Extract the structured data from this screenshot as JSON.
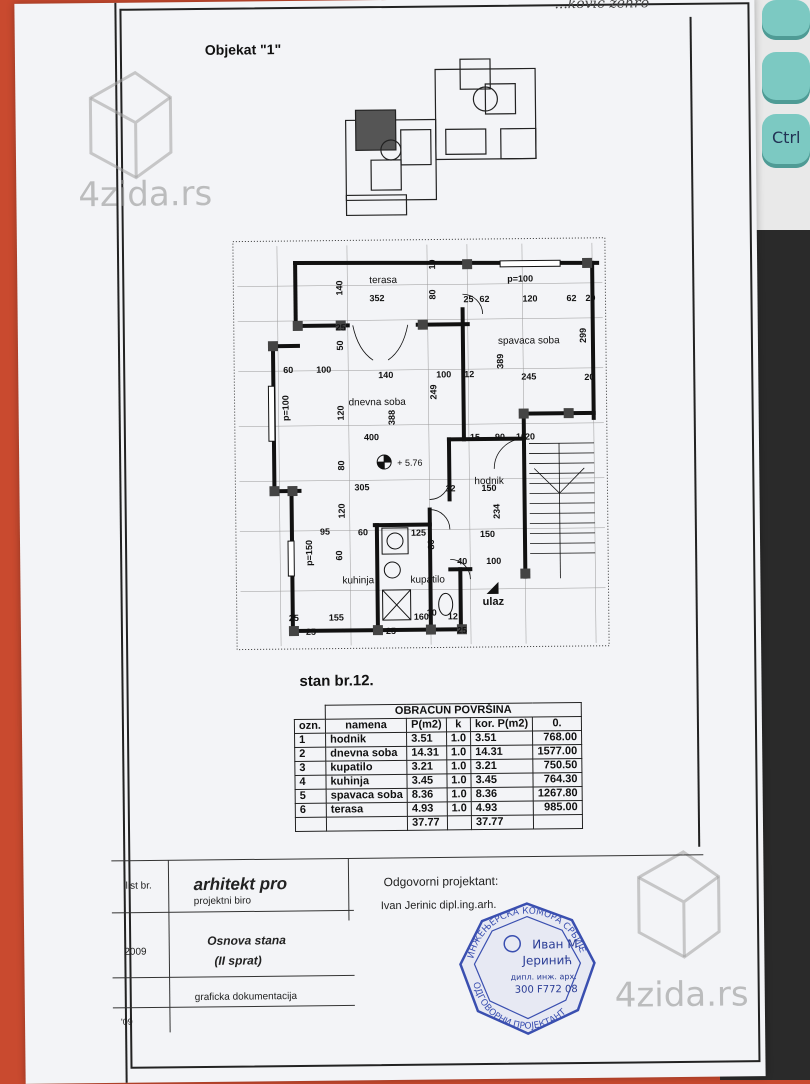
{
  "header": {
    "handwritten": "...kovic  zehro",
    "object_title": "Objekat \"1\""
  },
  "watermarks": {
    "top_left": "4zida.rs",
    "bottom_right": "4zida.rs"
  },
  "keyboard": {
    "key_label": "Ctrl"
  },
  "plan": {
    "rooms": {
      "terasa": "terasa",
      "spavaca": "spavaca soba",
      "dnevna": "dnevna soba",
      "hodnik": "hodnik",
      "kuhinja": "kuhinja",
      "kupatilo": "kupatilo",
      "ulaz": "ulaz"
    },
    "elevation": "+ 5.76",
    "dimensions": {
      "d352": "352",
      "d140a": "140",
      "d80a": "80",
      "d10": "10",
      "d25a": "25",
      "d62a": "62",
      "d120a": "120",
      "d62b": "62",
      "d20a": "20",
      "p100a": "p=100",
      "d50": "50",
      "d25b": "25",
      "d60a": "60",
      "d100a": "100",
      "d140b": "140",
      "d100b": "100",
      "d12a": "12",
      "d389": "389",
      "d245": "245",
      "d299": "299",
      "d20b": "20",
      "d120b": "120",
      "d388": "388",
      "d249": "249",
      "d400": "400",
      "p100b": "p=100",
      "d15": "15",
      "d90": "90",
      "d10b": "10",
      "d20c": "20",
      "d80b": "80",
      "d305": "305",
      "d12b": "12",
      "d150a": "150",
      "d120c": "120",
      "d95": "95",
      "d60b": "60",
      "d150b": "150",
      "d234": "234",
      "d60c": "60",
      "p150": "p=150",
      "d40": "40",
      "d100c": "100",
      "d25c": "25",
      "d155": "155",
      "d160": "160",
      "d25d": "25",
      "d25e": "25",
      "d80c": "80",
      "d12c": "12",
      "d125": "125",
      "d10c": "10",
      "d25f": "25"
    }
  },
  "unit": {
    "title": "stan br.12."
  },
  "area_table": {
    "title": "OBRACUN POVRŠINA",
    "headers": [
      "ozn.",
      "namena",
      "P(m2)",
      "k",
      "kor. P(m2)",
      "0."
    ],
    "rows": [
      [
        "1",
        "hodnik",
        "3.51",
        "1.0",
        "3.51",
        "768.00"
      ],
      [
        "2",
        "dnevna soba",
        "14.31",
        "1.0",
        "14.31",
        "1577.00"
      ],
      [
        "3",
        "kupatilo",
        "3.21",
        "1.0",
        "3.21",
        "750.50"
      ],
      [
        "4",
        "kuhinja",
        "3.45",
        "1.0",
        "3.45",
        "764.30"
      ],
      [
        "5",
        "spavaca soba",
        "8.36",
        "1.0",
        "8.36",
        "1267.80"
      ],
      [
        "6",
        "terasa",
        "4.93",
        "1.0",
        "4.93",
        "985.00"
      ]
    ],
    "total_p": "37.77",
    "total_kor": "37.77"
  },
  "title_block": {
    "list_label": "list br.",
    "company": "arhitekt pro",
    "company_sub": "projektni biro",
    "responsible_label": "Odgovorni projektant:",
    "responsible_name": "Ivan Jerinic  dipl.ing.arh.",
    "year": "2009",
    "drawing_title": "Osnova stana",
    "drawing_floor": "(II sprat)",
    "doc_type": "graficka dokumentacija",
    "year_short": "'09"
  },
  "stamp": {
    "top_text": "ИНЖЕЊЕРСКА КОМОРА СРБИЈЕ",
    "name1": "Иван М.",
    "name2": "Јеринић",
    "title": "дипл. инж. арх.",
    "license": "300 F772 08",
    "bottom_text": "ОДГОВОРНИ ПРОЈЕКТАНТ"
  },
  "colors": {
    "paper": "#f3f4f7",
    "ink": "#222222",
    "stamp_blue": "#3a4fb0",
    "background": "#c94a2f"
  }
}
